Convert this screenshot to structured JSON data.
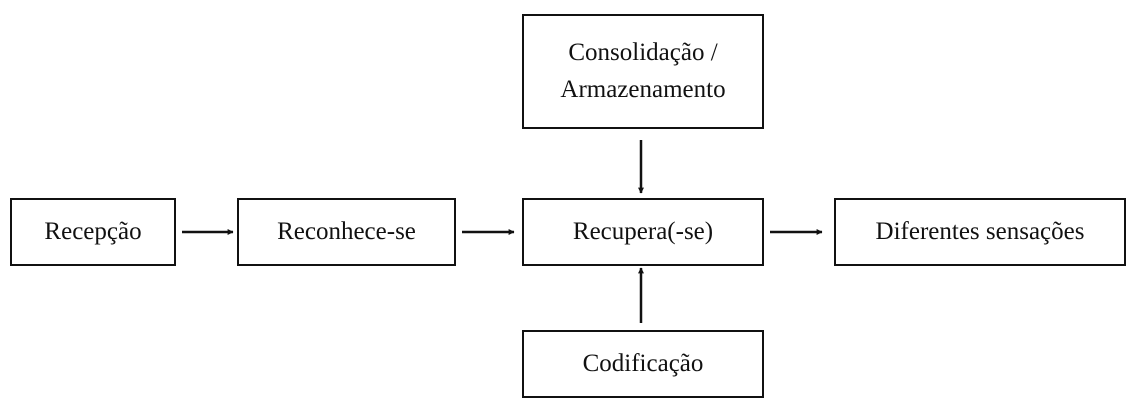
{
  "diagram": {
    "nodes": {
      "recepcao": {
        "label": "Recepção"
      },
      "reconhece": {
        "label": "Reconhece-se"
      },
      "recupera": {
        "label": "Recupera(-se)"
      },
      "sensacoes": {
        "label": "Diferentes sensações"
      },
      "consolidacao": {
        "line1": "Consolidação /",
        "line2": "Armazenamento"
      },
      "codificacao": {
        "label": "Codificação"
      }
    },
    "edges": [
      {
        "from": "recepcao",
        "to": "reconhece"
      },
      {
        "from": "reconhece",
        "to": "recupera"
      },
      {
        "from": "recupera",
        "to": "sensacoes"
      },
      {
        "from": "consolidacao",
        "to": "recupera"
      },
      {
        "from": "codificacao",
        "to": "recupera"
      }
    ]
  }
}
